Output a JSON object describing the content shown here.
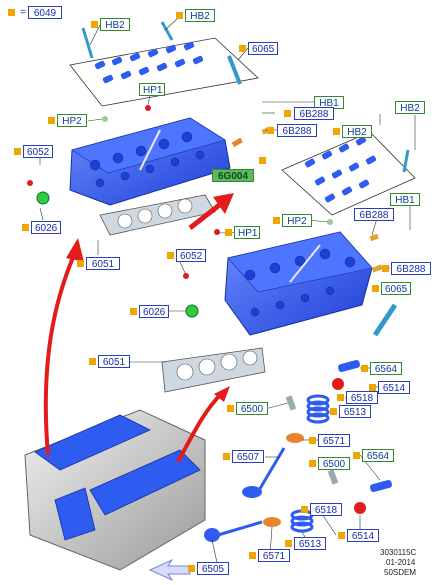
{
  "legend": {
    "marker": "=",
    "code": "6049"
  },
  "labels": {
    "hb2_a": "HB2",
    "hb2_b": "HB2",
    "l6065_top": "6065",
    "hp1_top": "HP1",
    "hb1_top": "HB1",
    "l6b288_a": "6B288",
    "l6b288_b": "6B288",
    "hb2_c": "HB2",
    "hb2_right": "HB2",
    "hp2_left": "HP2",
    "l6052_left": "6052",
    "l6g004": "6G004",
    "l6026_left": "6026",
    "hp2_right": "HP2",
    "l6b288_c": "6B288",
    "hb1_right": "HB1",
    "hp1_mid": "HP1",
    "l6052_mid": "6052",
    "l6b288_d": "6B288",
    "l6051_left": "6051",
    "l6065_right": "6065",
    "l6026_mid": "6026",
    "l6051_lower": "6051",
    "l6564_a": "6564",
    "l6514_a": "6514",
    "l6518_a": "6518",
    "l6500_a": "6500",
    "l6513_a": "6513",
    "l6571_a": "6571",
    "l6507": "6507",
    "l6500_b": "6500",
    "l6564_b": "6564",
    "l6518_b": "6518",
    "l6514_b": "6514",
    "l6505": "6505",
    "l6571_b": "6571",
    "l6513_b": "6513"
  },
  "footer": {
    "line1": "3030115C",
    "line2": "01-2014",
    "line3": "50SDEM"
  },
  "colors": {
    "part_blue": "#2f5cf0",
    "arrow_red": "#e31b1b",
    "label_border_blue": "#2a3fbf",
    "label_border_green": "#2e8b2e",
    "marker_orange": "#f0a500"
  }
}
